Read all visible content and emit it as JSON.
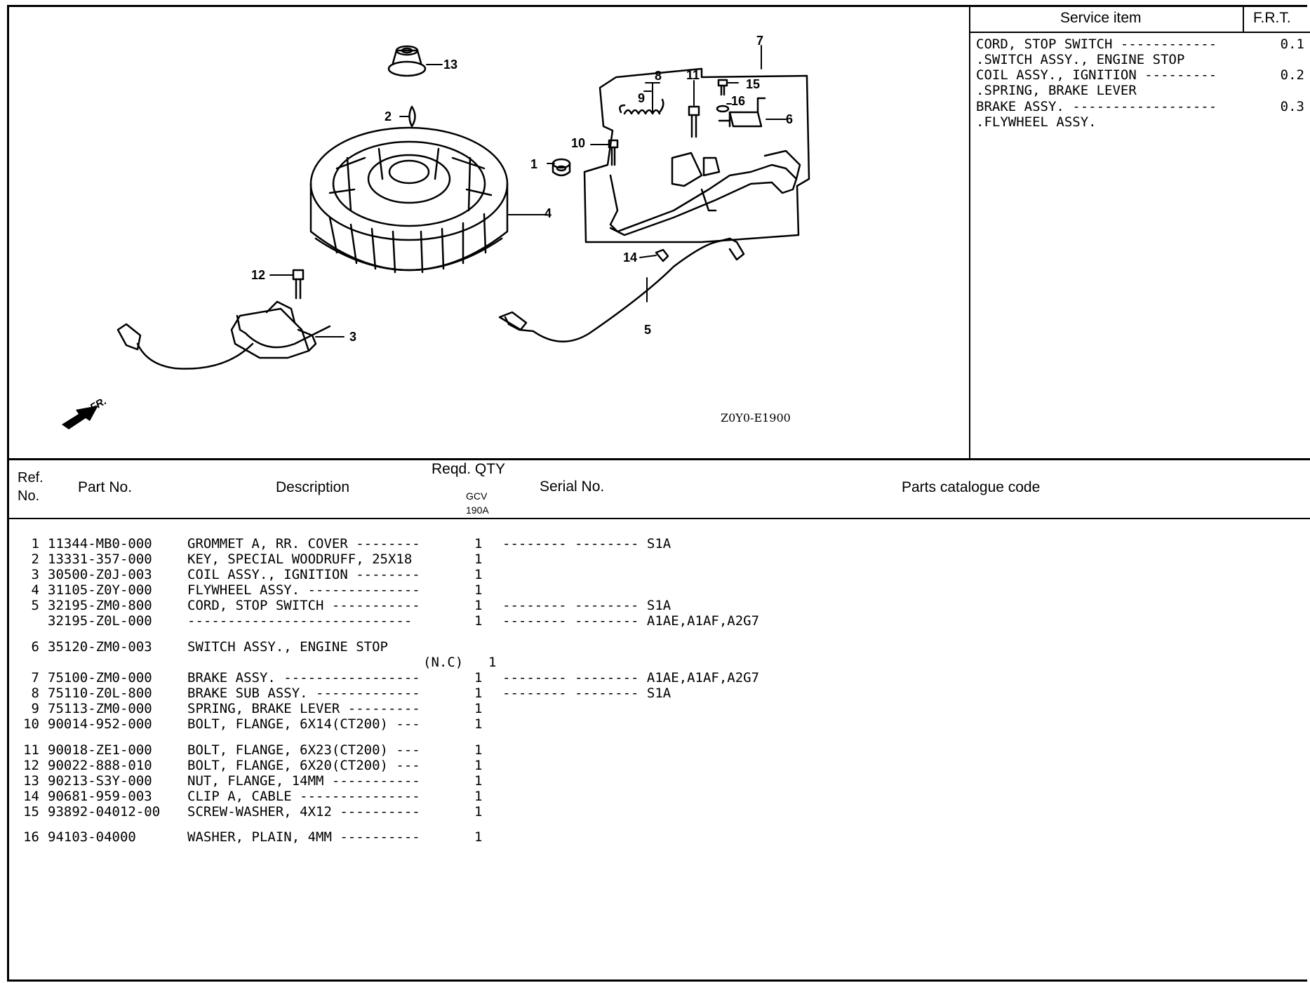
{
  "header": {
    "service_item_label": "Service item",
    "frt_label": "F.R.T."
  },
  "service_items": [
    {
      "text": "CORD, STOP SWITCH ------------",
      "frt": "0.1"
    },
    {
      "text": ".SWITCH ASSY., ENGINE STOP",
      "frt": ""
    },
    {
      "text": "COIL ASSY., IGNITION ---------",
      "frt": "0.2"
    },
    {
      "text": ".SPRING, BRAKE LEVER",
      "frt": ""
    },
    {
      "text": "BRAKE ASSY. ------------------",
      "frt": "0.3"
    },
    {
      "text": ".FLYWHEEL ASSY.",
      "frt": ""
    }
  ],
  "diagram": {
    "code": "Z0Y0-E1900",
    "front_label": "FR.",
    "callouts": [
      "1",
      "2",
      "3",
      "4",
      "5",
      "6",
      "7",
      "8",
      "9",
      "10",
      "11",
      "12",
      "13",
      "14",
      "15",
      "16"
    ]
  },
  "table_header": {
    "ref": "Ref.",
    "no": "No.",
    "part_no": "Part No.",
    "description": "Description",
    "reqd_qty": "Reqd. QTY",
    "model_line1": "GCV",
    "model_line2": "190A",
    "serial_no": "Serial No.",
    "catalogue_code": "Parts catalogue code"
  },
  "parts": [
    {
      "ref": "1",
      "part_no": "11344-MB0-000",
      "desc": "GROMMET A, RR. COVER --------",
      "qty": "1",
      "serial": "-------- -------- S1A"
    },
    {
      "ref": "2",
      "part_no": "13331-357-000",
      "desc": "KEY, SPECIAL WOODRUFF, 25X18",
      "qty": "1",
      "serial": ""
    },
    {
      "ref": "3",
      "part_no": "30500-Z0J-003",
      "desc": "COIL ASSY., IGNITION --------",
      "qty": "1",
      "serial": ""
    },
    {
      "ref": "4",
      "part_no": "31105-Z0Y-000",
      "desc": "FLYWHEEL ASSY. --------------",
      "qty": "1",
      "serial": ""
    },
    {
      "ref": "5",
      "part_no": "32195-ZM0-800",
      "desc": "CORD, STOP SWITCH -----------",
      "qty": "1",
      "serial": "-------- -------- S1A"
    },
    {
      "ref": "",
      "part_no": "32195-Z0L-000",
      "desc": "----------------------------",
      "qty": "1",
      "serial": "-------- -------- A1AE,A1AF,A2G7"
    },
    {
      "ref": "6",
      "part_no": "35120-ZM0-003",
      "desc": "SWITCH ASSY., ENGINE STOP",
      "desc2": "(N.C)",
      "qty": "1",
      "serial": ""
    },
    {
      "ref": "7",
      "part_no": "75100-ZM0-000",
      "desc": "BRAKE ASSY. -----------------",
      "qty": "1",
      "serial": "-------- -------- A1AE,A1AF,A2G7"
    },
    {
      "ref": "8",
      "part_no": "75110-Z0L-800",
      "desc": "BRAKE SUB ASSY. -------------",
      "qty": "1",
      "serial": "-------- -------- S1A"
    },
    {
      "ref": "9",
      "part_no": "75113-ZM0-000",
      "desc": "SPRING, BRAKE LEVER ---------",
      "qty": "1",
      "serial": ""
    },
    {
      "ref": "10",
      "part_no": "90014-952-000",
      "desc": "BOLT, FLANGE, 6X14(CT200) ---",
      "qty": "1",
      "serial": ""
    },
    {
      "ref": "11",
      "part_no": "90018-ZE1-000",
      "desc": "BOLT, FLANGE, 6X23(CT200) ---",
      "qty": "1",
      "serial": ""
    },
    {
      "ref": "12",
      "part_no": "90022-888-010",
      "desc": "BOLT, FLANGE, 6X20(CT200) ---",
      "qty": "1",
      "serial": ""
    },
    {
      "ref": "13",
      "part_no": "90213-S3Y-000",
      "desc": "NUT, FLANGE, 14MM -----------",
      "qty": "1",
      "serial": ""
    },
    {
      "ref": "14",
      "part_no": "90681-959-003",
      "desc": "CLIP A, CABLE ---------------",
      "qty": "1",
      "serial": ""
    },
    {
      "ref": "15",
      "part_no": "93892-04012-00",
      "desc": "SCREW-WASHER, 4X12 ----------",
      "qty": "1",
      "serial": ""
    },
    {
      "ref": "16",
      "part_no": "94103-04000",
      "desc": "WASHER, PLAIN, 4MM ----------",
      "qty": "1",
      "serial": ""
    }
  ]
}
